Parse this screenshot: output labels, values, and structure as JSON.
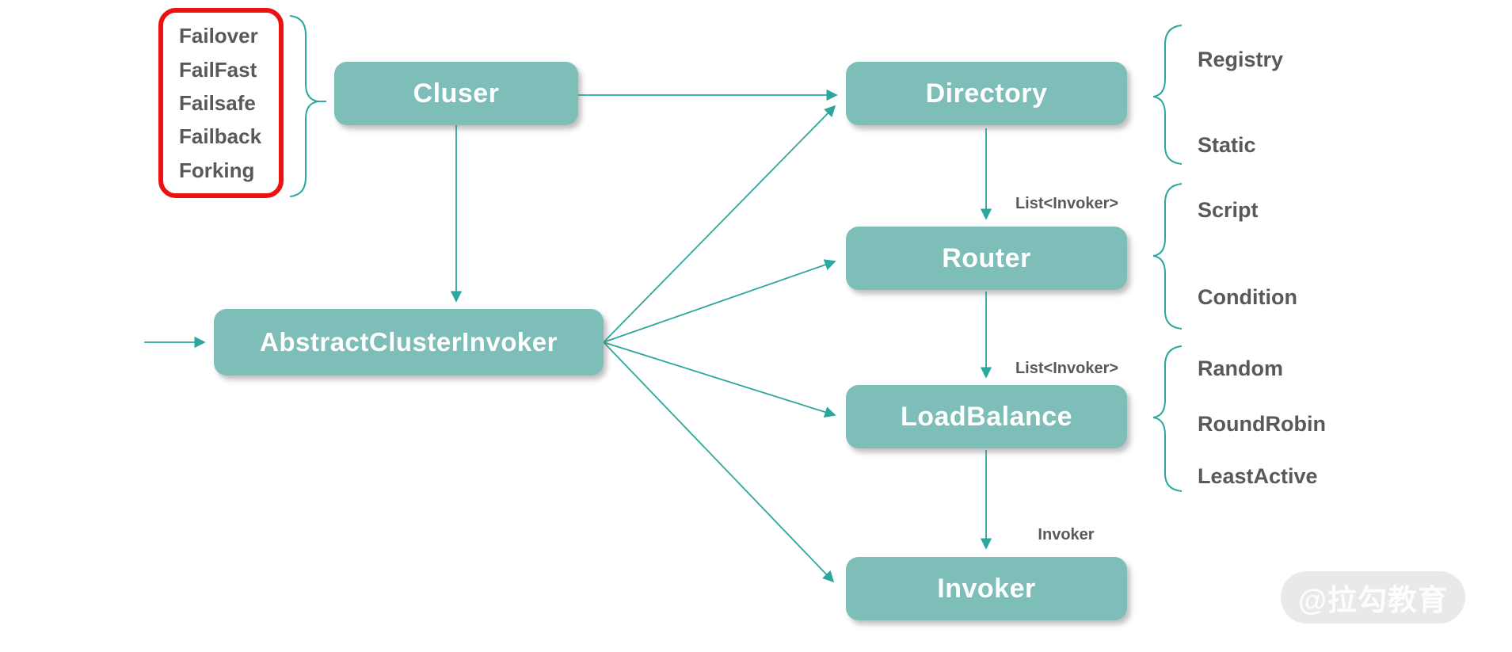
{
  "colors": {
    "node_fill": "#7EBEB8",
    "node_text": "#FFFFFF",
    "connector": "#2BA79D",
    "highlight_border": "#EB1111",
    "label_text": "#595959",
    "watermark_bg": "#E9E9E9",
    "watermark_text": "#FDFDFD"
  },
  "nodes": {
    "cluster": {
      "label": "Cluser"
    },
    "directory": {
      "label": "Directory"
    },
    "router": {
      "label": "Router"
    },
    "load_balance": {
      "label": "LoadBalance"
    },
    "invoker": {
      "label": "Invoker"
    },
    "abstract_cluster_invoker": {
      "label": "AbstractClusterInvoker"
    }
  },
  "cluster_strategies": [
    "Failover",
    "FailFast",
    "Failsafe",
    "Failback",
    "Forking"
  ],
  "directory_types": [
    "Registry",
    "Static"
  ],
  "router_types": [
    "Script",
    "Condition"
  ],
  "load_balance_types": [
    "Random",
    "RoundRobin",
    "LeastActive"
  ],
  "edge_labels": {
    "directory_to_router": "List<Invoker>",
    "router_to_load_balance": "List<Invoker>",
    "load_balance_to_invoker": "Invoker"
  },
  "watermark": "@拉勾教育"
}
